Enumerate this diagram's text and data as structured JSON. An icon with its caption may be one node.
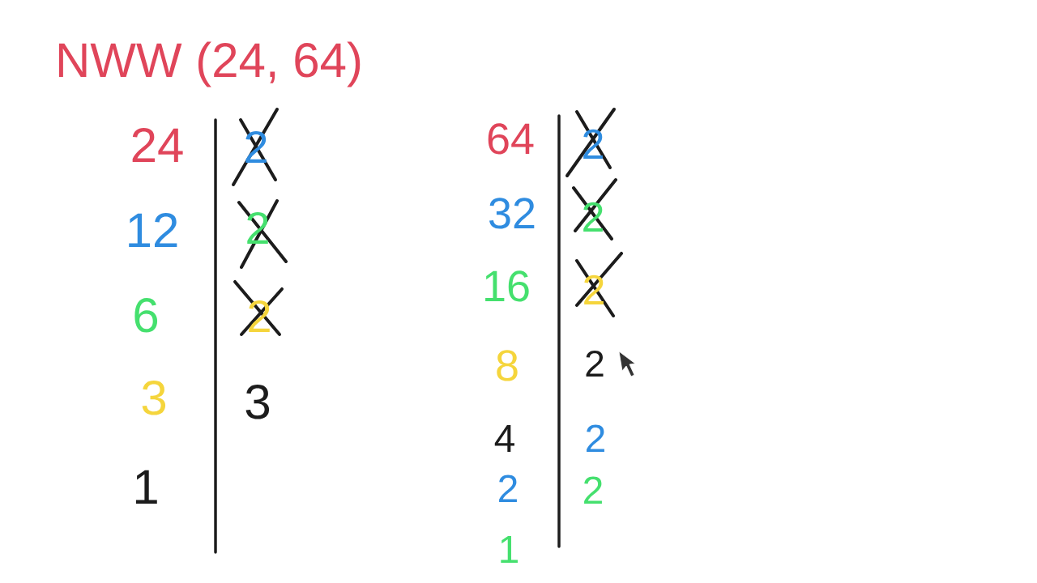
{
  "diagram": {
    "title": "NWW (24, 64)",
    "labels": [
      "24",
      "2",
      "12",
      "2",
      "6",
      "2",
      "3",
      "3",
      "1",
      "64",
      "2",
      "32",
      "2",
      "16",
      "2",
      "8",
      "2",
      "4",
      "2",
      "2",
      "2",
      "1"
    ]
  }
}
